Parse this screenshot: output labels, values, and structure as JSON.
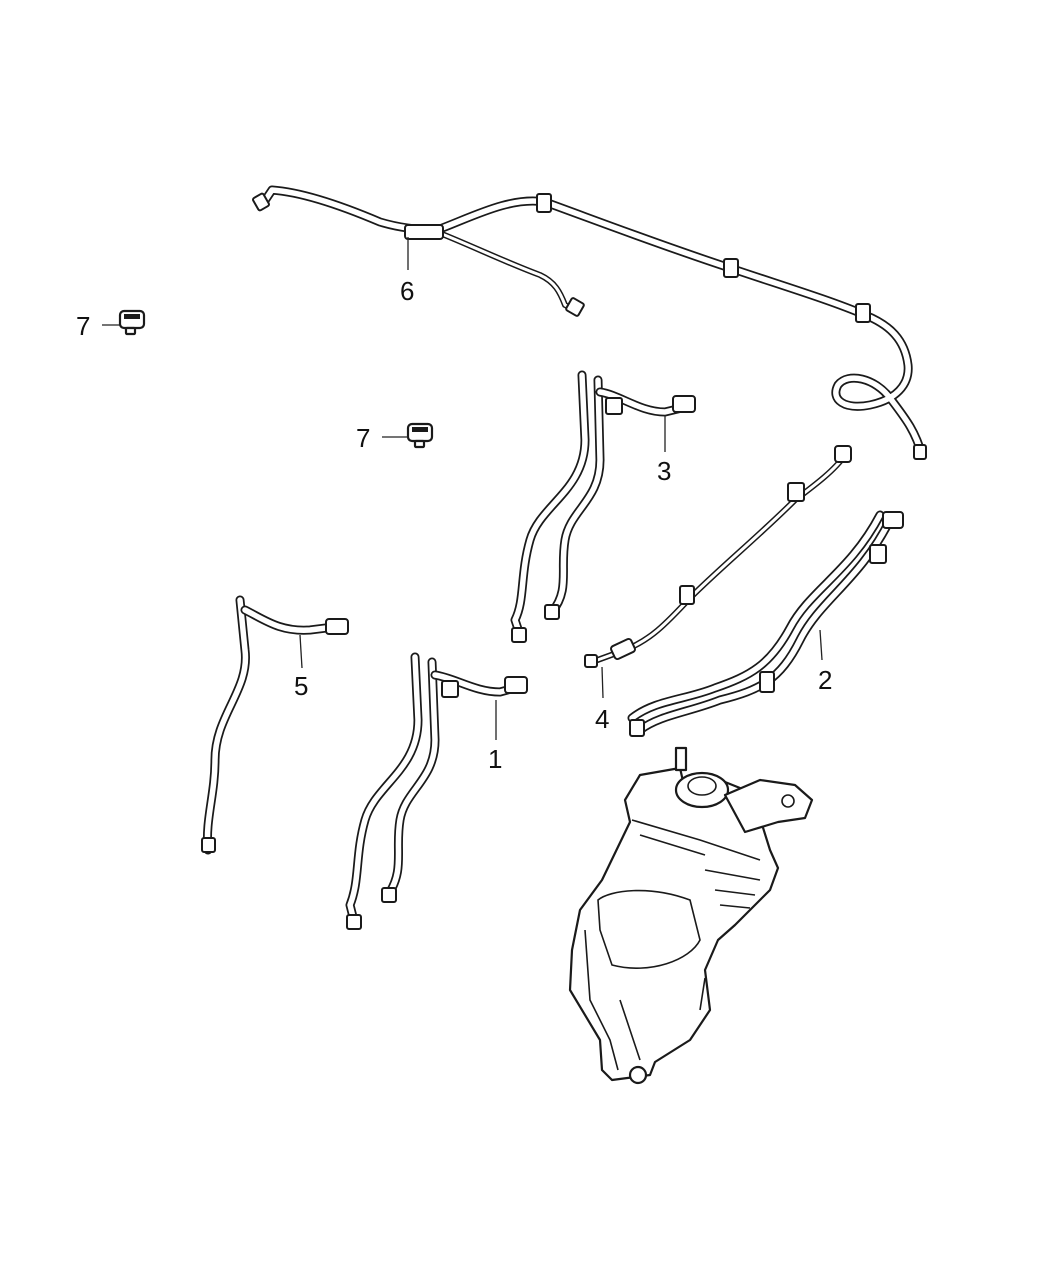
{
  "callouts": [
    {
      "id": "1",
      "label": "1"
    },
    {
      "id": "2",
      "label": "2"
    },
    {
      "id": "3",
      "label": "3"
    },
    {
      "id": "4",
      "label": "4"
    },
    {
      "id": "5",
      "label": "5"
    },
    {
      "id": "6",
      "label": "6"
    },
    {
      "id": "7a",
      "label": "7"
    },
    {
      "id": "7b",
      "label": "7"
    }
  ]
}
